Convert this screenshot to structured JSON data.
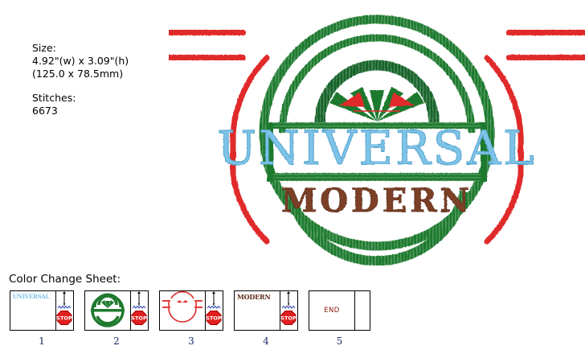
{
  "info": {
    "size_label": "Size:",
    "size_inches": "4.92\"(w) x 3.09\"(h)",
    "size_mm": "(125.0 x 78.5mm)",
    "stitches_label": "Stitches:",
    "stitches_count": "6673"
  },
  "design": {
    "title_text": "UNIVERSAL",
    "subtitle_text": "MODERN",
    "colors": {
      "green": "#1f7a2e",
      "green_dark": "#17642a",
      "red": "#e02a2a",
      "red_dark": "#c21d1d",
      "blue": "#7ec4e8",
      "blue_dark": "#5aa6d0",
      "brown": "#7b3f28",
      "brown_dark": "#5e2d1c"
    }
  },
  "color_change_sheet": {
    "title": "Color Change Sheet:",
    "stops": [
      {
        "number": "1",
        "thumb_kind": "text",
        "thumb_text": "UNIVERSAL",
        "thumb_color": "#7ec4e8",
        "action": "stop",
        "action_label": "STOP"
      },
      {
        "number": "2",
        "thumb_kind": "emblem-green",
        "thumb_text": "",
        "thumb_color": "#1f7a2e",
        "action": "stop",
        "action_label": "STOP"
      },
      {
        "number": "3",
        "thumb_kind": "emblem-red",
        "thumb_text": "",
        "thumb_color": "#e02a2a",
        "action": "stop",
        "action_label": "STOP"
      },
      {
        "number": "4",
        "thumb_kind": "text",
        "thumb_text": "MODERN",
        "thumb_color": "#7b3f28",
        "action": "stop",
        "action_label": "STOP"
      },
      {
        "number": "5",
        "thumb_kind": "blank",
        "thumb_text": "",
        "thumb_color": "#8b1a12",
        "action": "end",
        "action_label": "END"
      }
    ]
  }
}
